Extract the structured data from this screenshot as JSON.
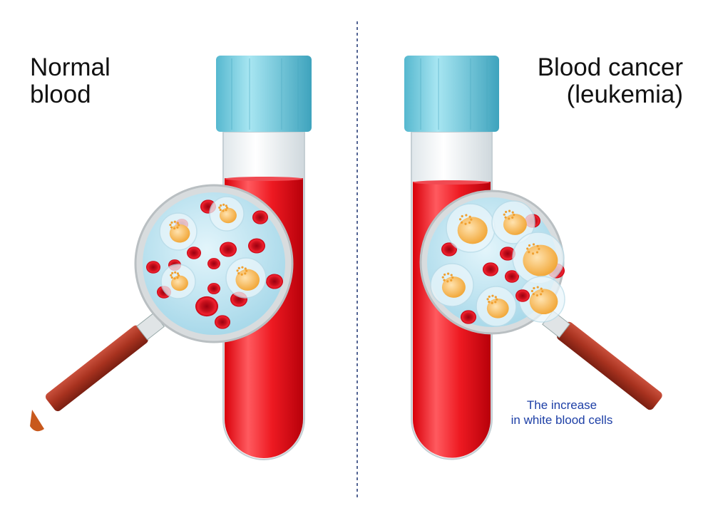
{
  "left_panel": {
    "title_line1": "Normal",
    "title_line2": "blood"
  },
  "right_panel": {
    "title_line1": "Blood cancer",
    "title_line2": "(leukemia)",
    "annotation_line1": "The increase",
    "annotation_line2": "in white blood cells"
  },
  "colors": {
    "blood": "#e8141c",
    "cap": "#7fd3e6",
    "handle": "#a8321f",
    "annotation": "#1d3fa6",
    "nucleus": "#f6b64a"
  }
}
